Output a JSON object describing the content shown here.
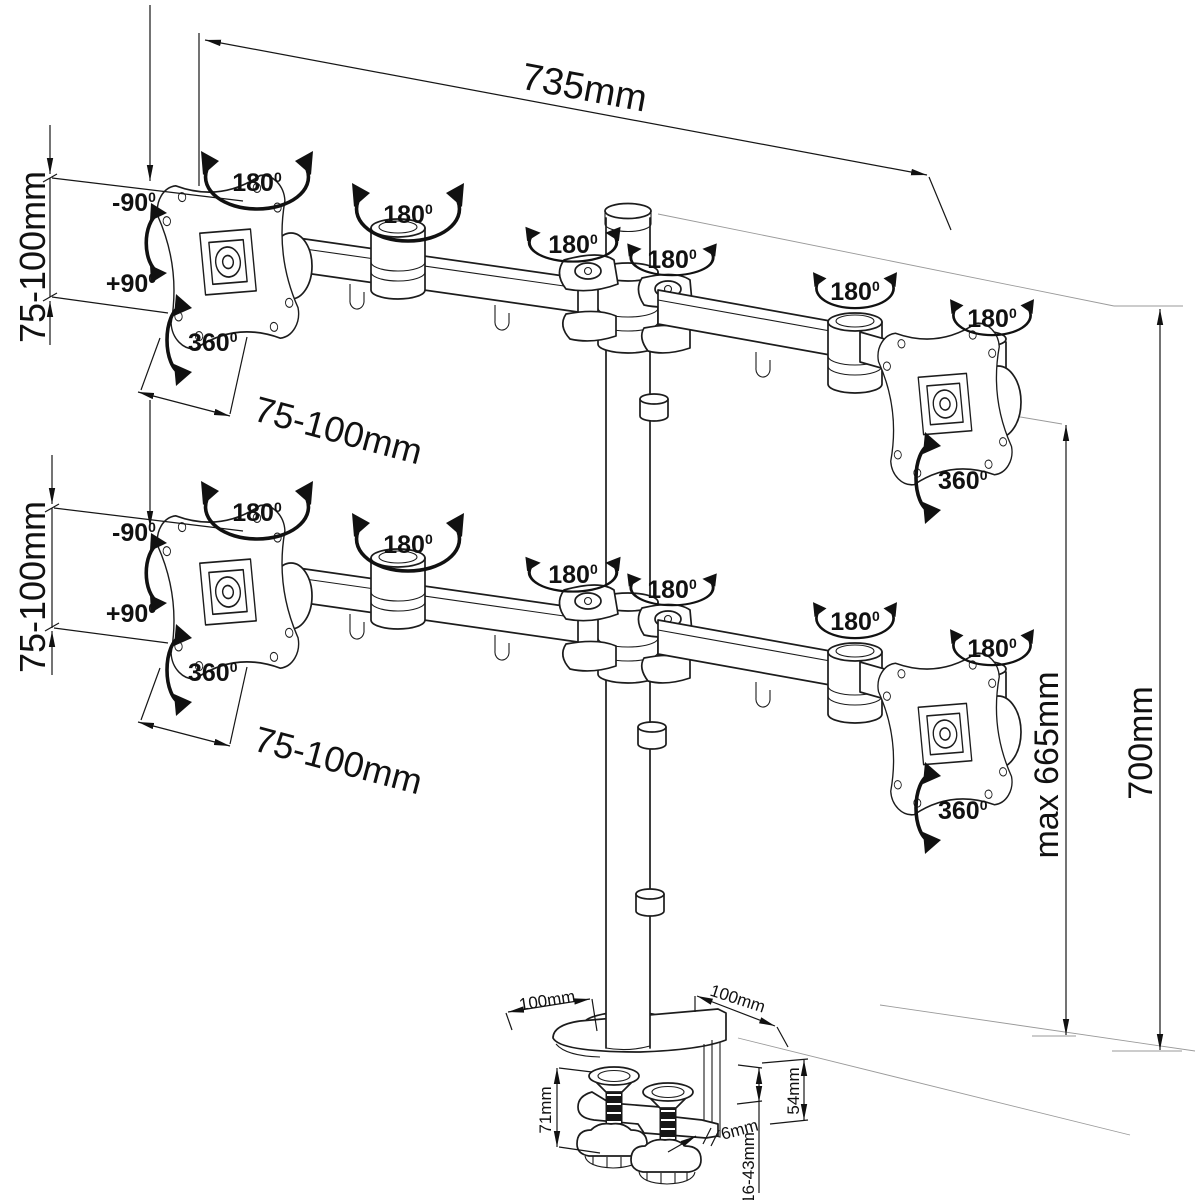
{
  "drawing": {
    "dimensions": {
      "arm_width": "735mm",
      "vesa_height_range": "75-100mm",
      "vesa_width_range": "75-100mm",
      "max_arm_height": "max 665mm",
      "pole_height": "700mm",
      "base_offset_left": "100mm",
      "base_offset_right": "100mm",
      "clamp_screw_height": "71mm",
      "clamp_jaw_height": "54mm",
      "clamp_plate_thickness": "6mm",
      "clamp_opening_range": "16-43mm"
    },
    "angles": {
      "swivel": {
        "value": "180",
        "sup": "0"
      },
      "rotation": {
        "value": "360",
        "sup": "0"
      },
      "tilt_up": {
        "value": "-90",
        "sup": "0"
      },
      "tilt_down": {
        "value": "+90",
        "sup": "0"
      }
    }
  }
}
